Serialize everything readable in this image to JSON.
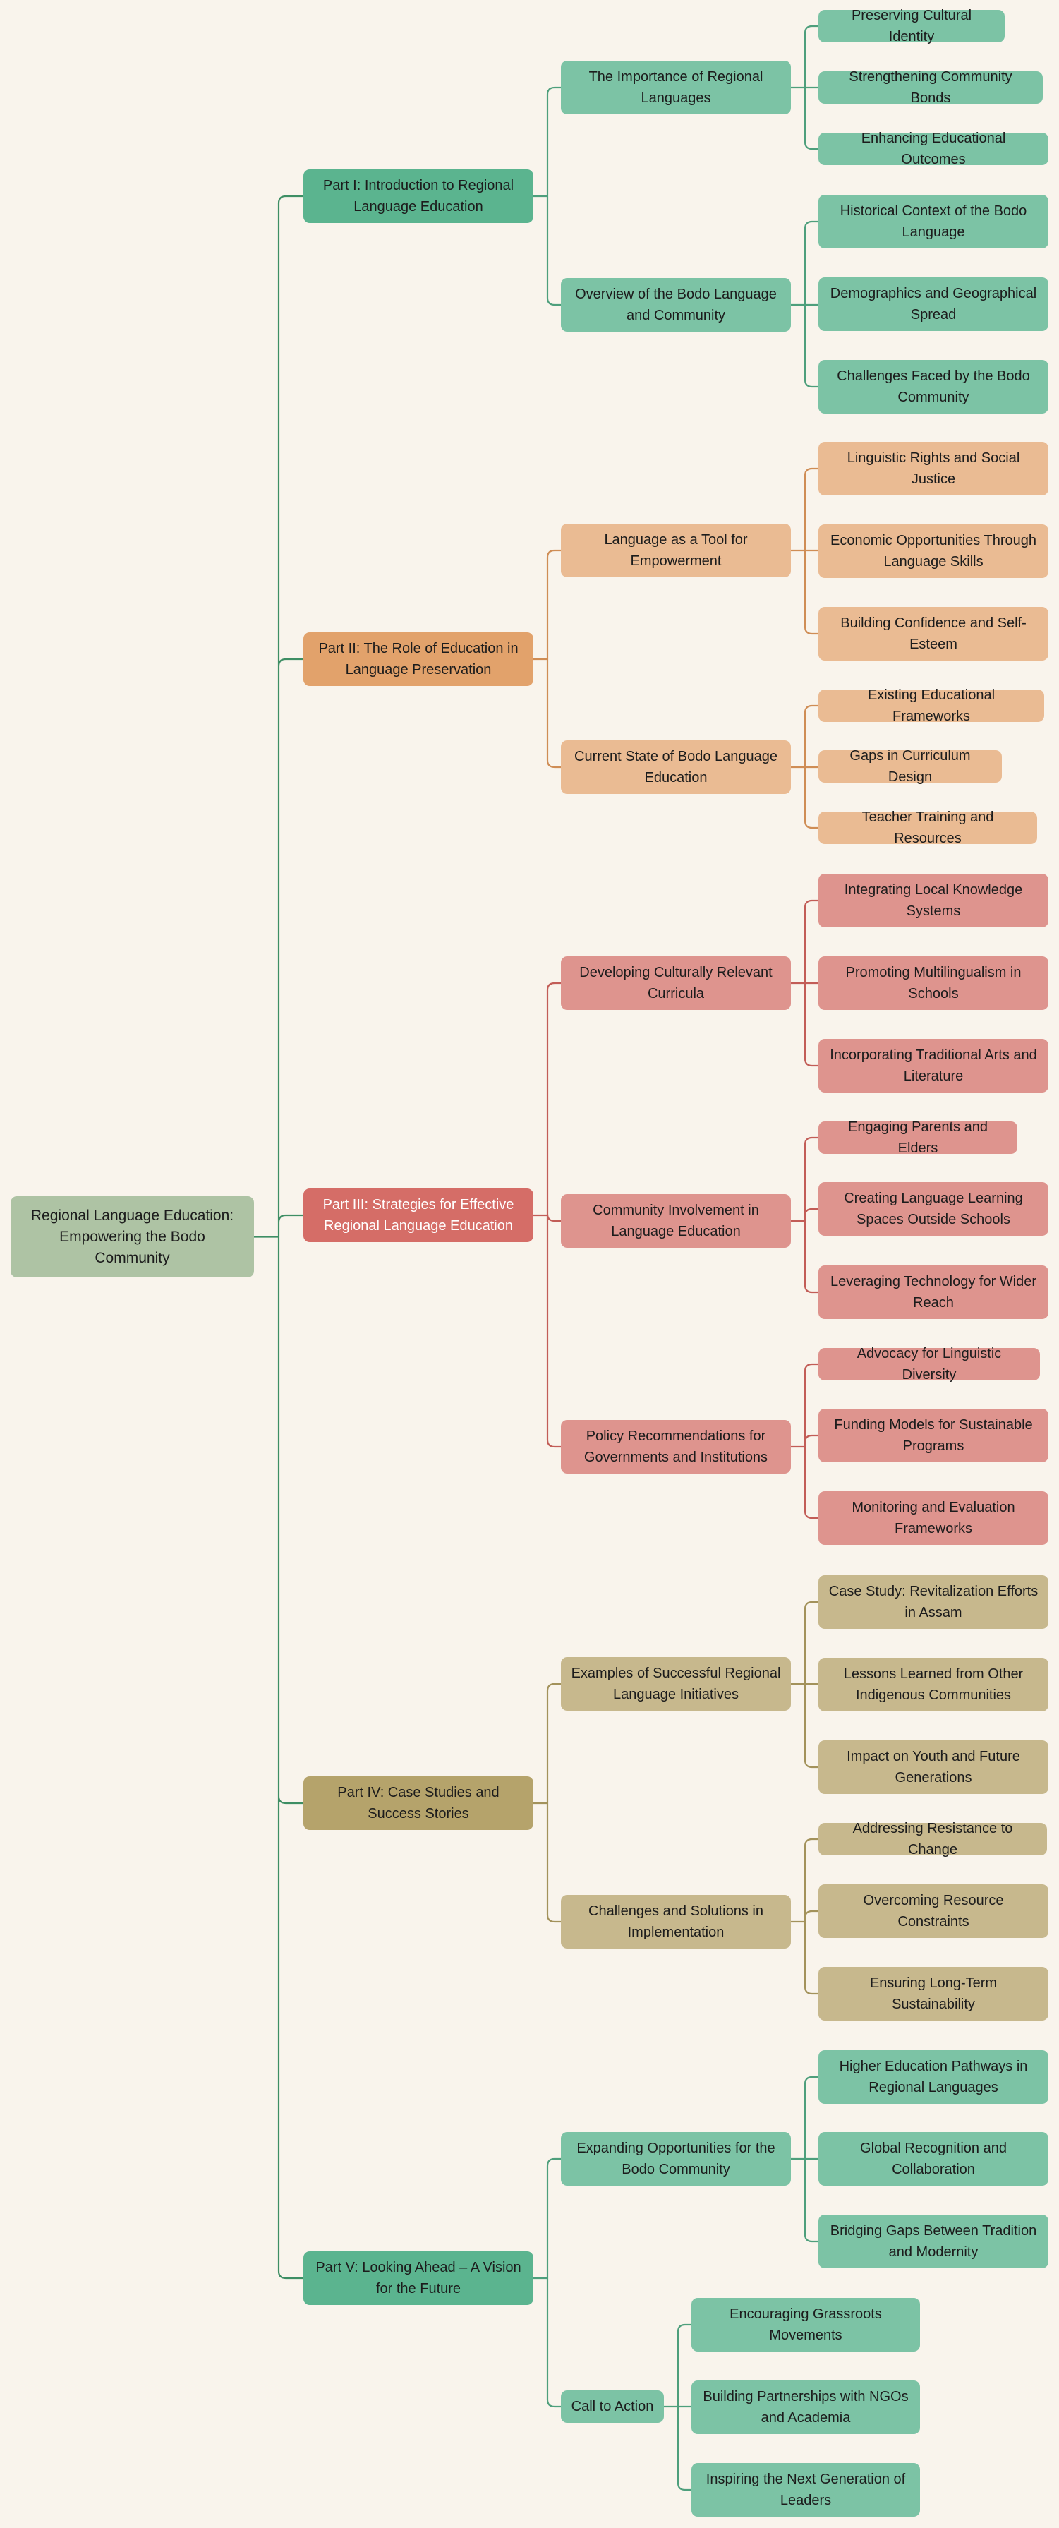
{
  "colors": {
    "background": "#f9f4ec",
    "root": "#aec3a4",
    "part1": "#5bb48f",
    "part1_light": "#7cc3a5",
    "part1_line": "#4e9f7c",
    "part2": "#e2a26b",
    "part2_light": "#eabb93",
    "part2_line": "#cf8d55",
    "part3": "#d56d67",
    "part3_light": "#de948e",
    "part3_line": "#c25d57",
    "part4": "#b5a36b",
    "part4_light": "#c7b88d",
    "part4_line": "#a3925b",
    "part5": "#5bb48f",
    "part5_light": "#7cc3a5",
    "part5_line": "#4e9f7c",
    "root_line": "#3e8e64"
  },
  "mindmap": {
    "root": "Regional Language Education: Empowering the Bodo Community",
    "parts": [
      {
        "label": "Part I: Introduction to Regional Language Education",
        "sections": [
          {
            "label": "The Importance of Regional Languages",
            "items": [
              "Preserving Cultural Identity",
              "Strengthening Community Bonds",
              "Enhancing Educational Outcomes"
            ]
          },
          {
            "label": "Overview of the Bodo Language and Community",
            "items": [
              "Historical Context of the Bodo Language",
              "Demographics and Geographical Spread",
              "Challenges Faced by the Bodo Community"
            ]
          }
        ]
      },
      {
        "label": "Part II: The Role of Education in Language Preservation",
        "sections": [
          {
            "label": "Language as a Tool for Empowerment",
            "items": [
              "Linguistic Rights and Social Justice",
              "Economic Opportunities Through Language Skills",
              "Building Confidence and Self-Esteem"
            ]
          },
          {
            "label": "Current State of Bodo Language Education",
            "items": [
              "Existing Educational Frameworks",
              "Gaps in Curriculum Design",
              "Teacher Training and Resources"
            ]
          }
        ]
      },
      {
        "label": "Part III: Strategies for Effective Regional Language Education",
        "sections": [
          {
            "label": "Developing Culturally Relevant Curricula",
            "items": [
              "Integrating Local Knowledge Systems",
              "Promoting Multilingualism in Schools",
              "Incorporating Traditional Arts and Literature"
            ]
          },
          {
            "label": "Community Involvement in Language Education",
            "items": [
              "Engaging Parents and Elders",
              "Creating Language Learning Spaces Outside Schools",
              "Leveraging Technology for Wider Reach"
            ]
          },
          {
            "label": "Policy Recommendations for Governments and Institutions",
            "items": [
              "Advocacy for Linguistic Diversity",
              "Funding Models for Sustainable Programs",
              "Monitoring and Evaluation Frameworks"
            ]
          }
        ]
      },
      {
        "label": "Part IV: Case Studies and Success Stories",
        "sections": [
          {
            "label": "Examples of Successful Regional Language Initiatives",
            "items": [
              "Case Study: Revitalization Efforts in Assam",
              "Lessons Learned from Other Indigenous Communities",
              "Impact on Youth and Future Generations"
            ]
          },
          {
            "label": "Challenges and Solutions in Implementation",
            "items": [
              "Addressing Resistance to Change",
              "Overcoming Resource Constraints",
              "Ensuring Long-Term Sustainability"
            ]
          }
        ]
      },
      {
        "label": "Part V: Looking Ahead – A Vision for the Future",
        "sections": [
          {
            "label": "Expanding Opportunities for the Bodo Community",
            "items": [
              "Higher Education Pathways in Regional Languages",
              "Global Recognition and Collaboration",
              "Bridging Gaps Between Tradition and Modernity"
            ]
          },
          {
            "label": "Call to Action",
            "items": [
              "Encouraging Grassroots Movements",
              "Building Partnerships with NGOs and Academia",
              "Inspiring the Next Generation of Leaders"
            ]
          }
        ]
      }
    ]
  }
}
